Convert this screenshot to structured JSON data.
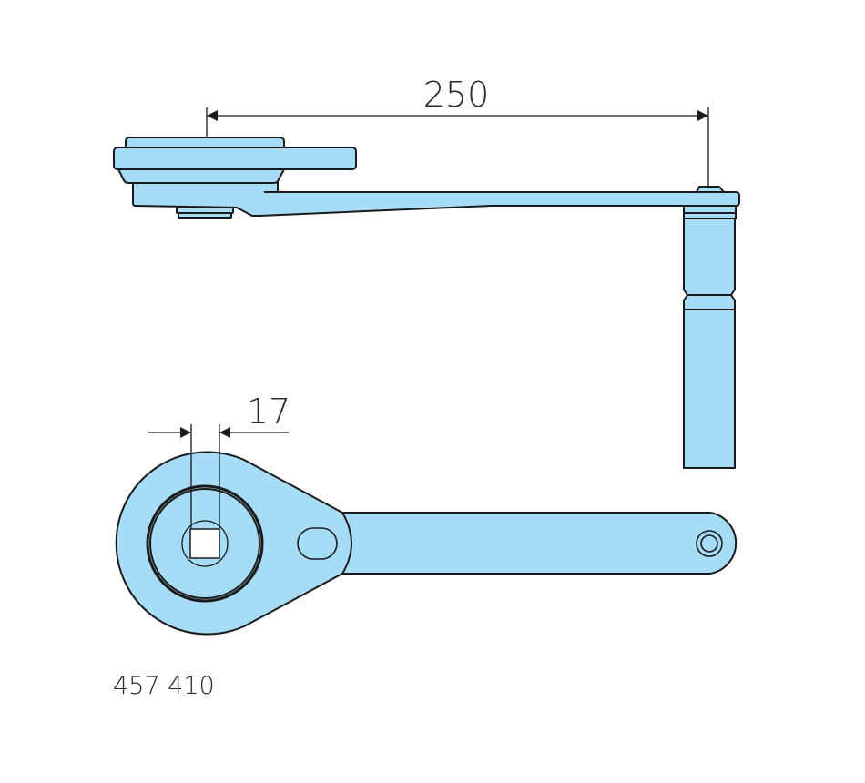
{
  "drawing": {
    "dimension_length": "250",
    "dimension_square": "17",
    "part_number": "457 410",
    "fill_color": "#a6dcf6",
    "line_color": "#1a1a1a"
  }
}
